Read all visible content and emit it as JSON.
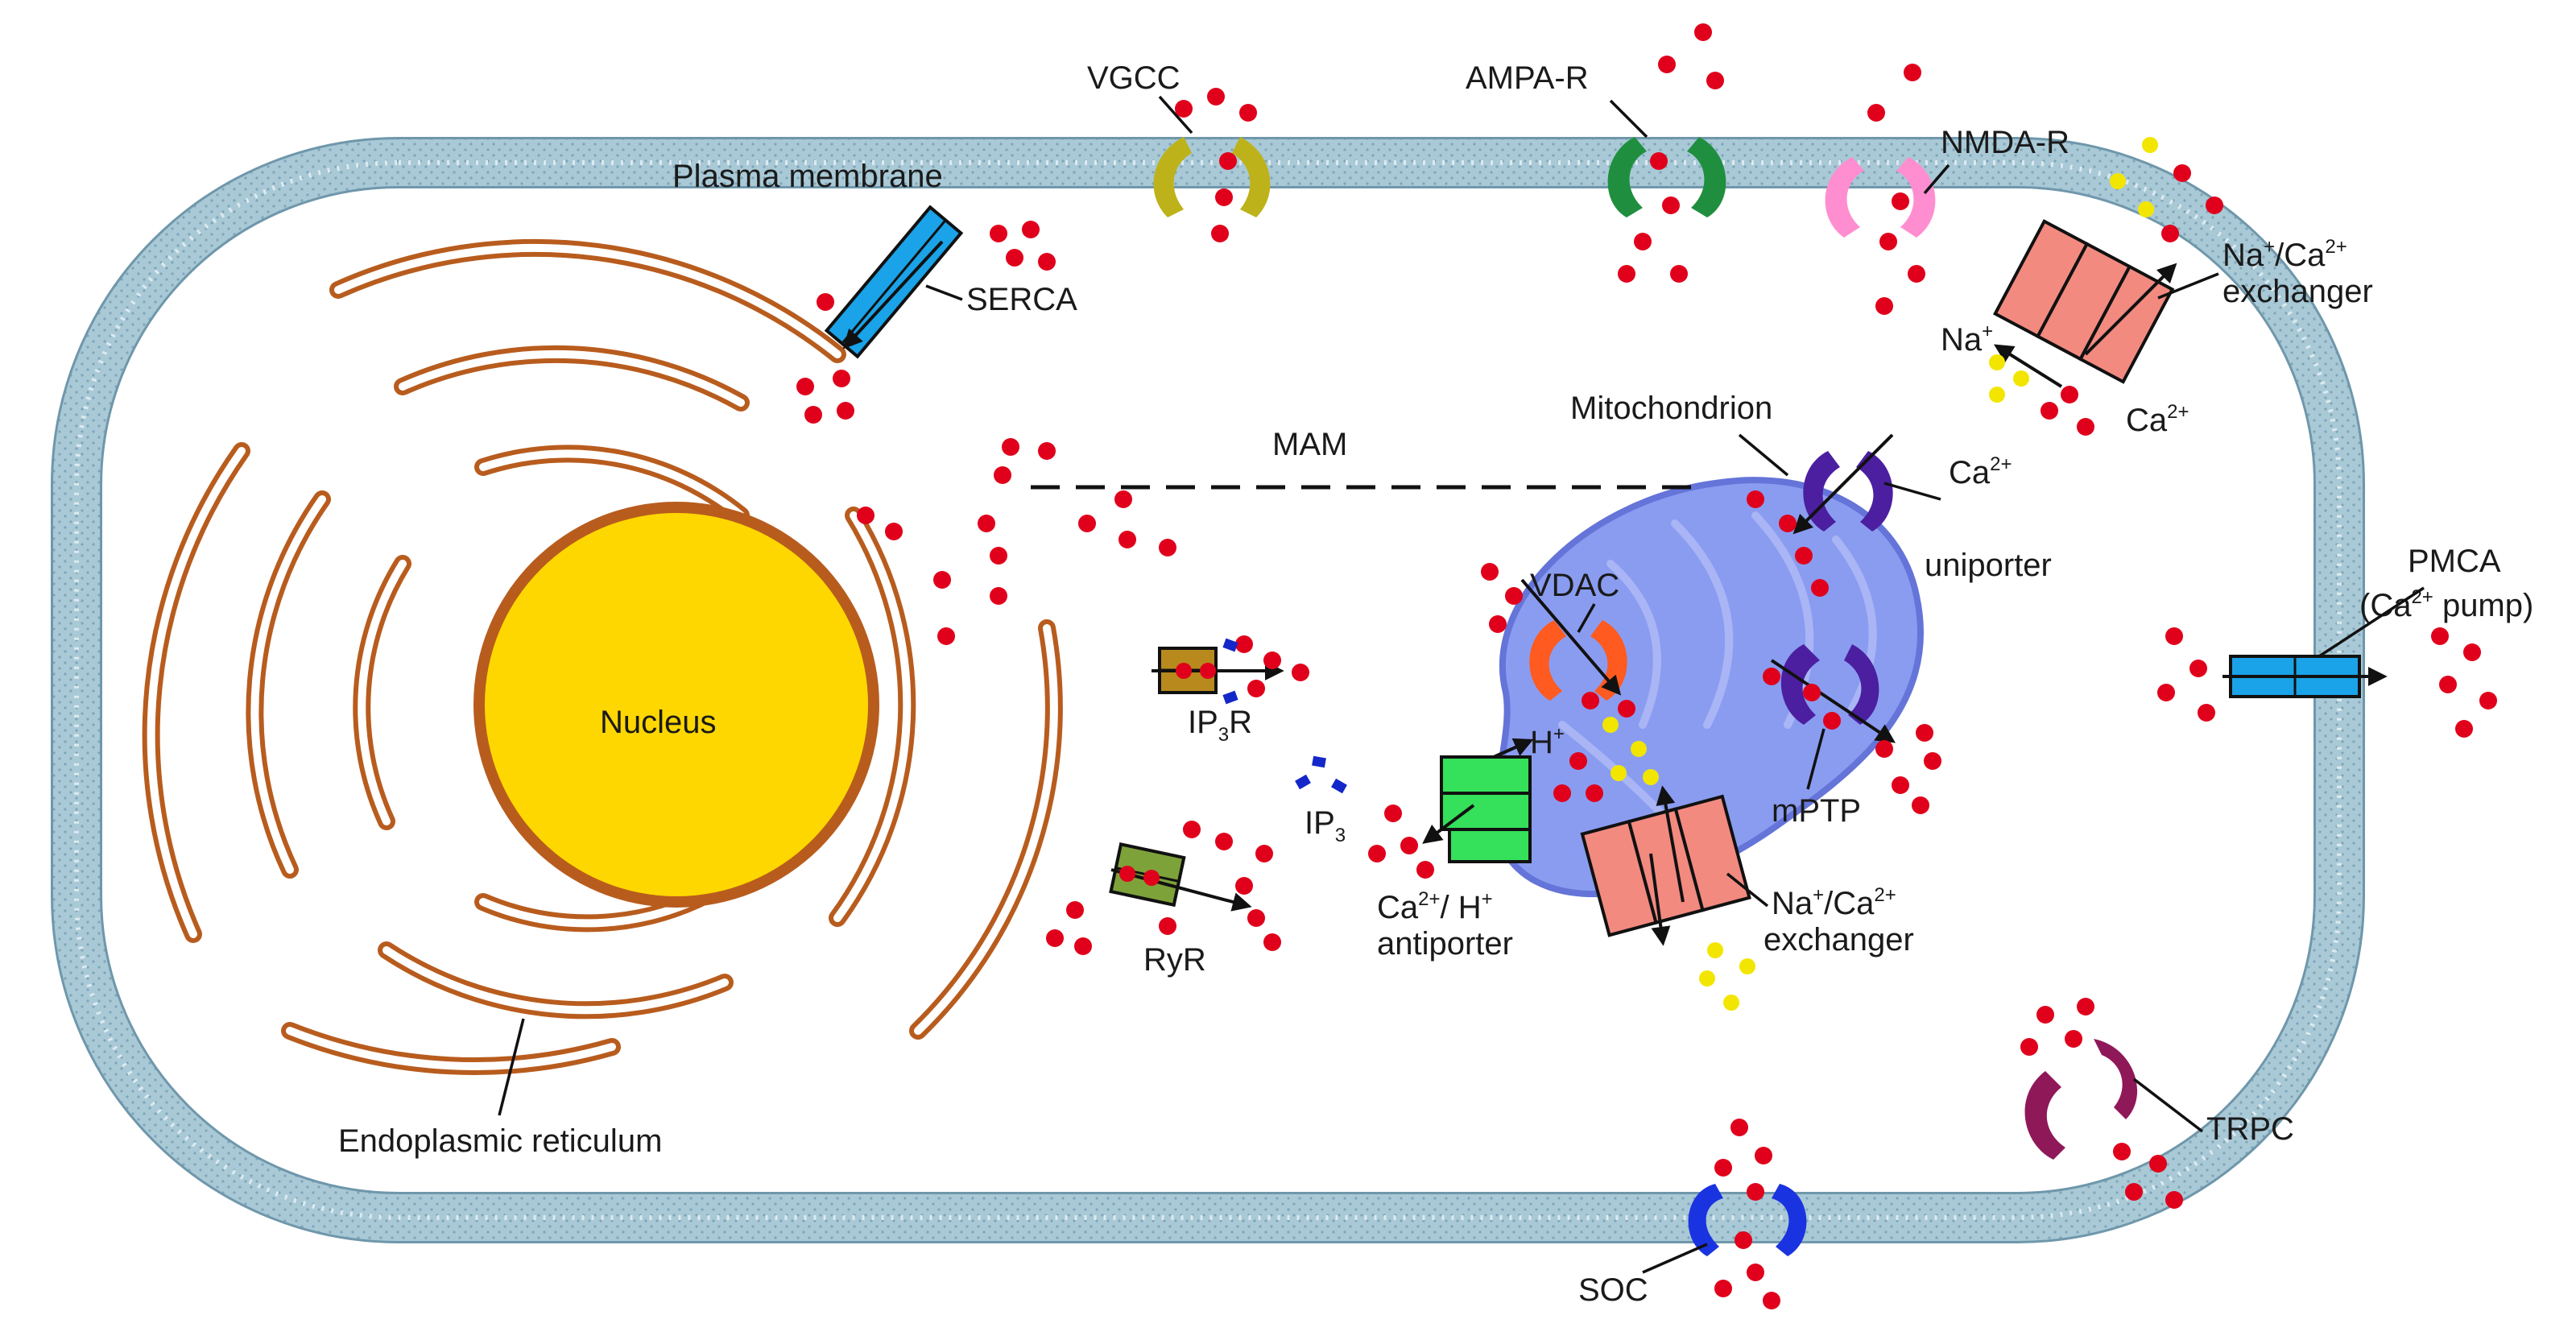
{
  "labels": {
    "plasma_membrane": "Plasma membrane",
    "vgcc": "VGCC",
    "ampa": "AMPA-R",
    "nmda": "NMDA-R",
    "ncx_pm_a": "Na",
    "ncx_pm_b": "/Ca",
    "ncx_pm_sup1": "+",
    "ncx_pm_sup2": "2+",
    "ncx_pm_line2": "exchanger",
    "na_ion": "Na",
    "na_sup": "+",
    "ca_ion": "Ca",
    "ca_sup": "2+",
    "serca": "SERCA",
    "mitochondrion": "Mitochondrion",
    "mam": "MAM",
    "uniporter_ca": "Ca",
    "uniporter_sup": "2+",
    "uniporter_line2": "uniporter",
    "pmca_line1": "PMCA",
    "pmca_line2a": "(Ca",
    "pmca_line2_sup": "2+",
    "pmca_line2b": " pump)",
    "vdac": "VDAC",
    "h_ion": "H",
    "h_sup": "+",
    "nucleus": "Nucleus",
    "ip3r_a": "IP",
    "ip3r_sub": "3",
    "ip3r_b": "R",
    "ip3_a": "IP",
    "ip3_sub": "3",
    "mptp": "mPTP",
    "antiporter_a": "Ca",
    "antiporter_sup1": "2+",
    "antiporter_b": "/ H",
    "antiporter_sup2": "+",
    "antiporter_line2": "antiporter",
    "ncx_mito_a": "Na",
    "ncx_mito_b": "/Ca",
    "ncx_mito_sup1": "+",
    "ncx_mito_sup2": "2+",
    "ncx_mito_line2": "exchanger",
    "ryr": "RyR",
    "er": "Endoplasmic reticulum",
    "trpc": "TRPC",
    "soc": "SOC"
  },
  "colors": {
    "membrane": "#a9c9d6",
    "membrane_dots": "#6f97ab",
    "er": "#b85c1e",
    "nucleus": "#ffd700",
    "nucleus_rim": "#c9a600",
    "mito": "#8a9cf0",
    "mito_rim": "#6474d8",
    "ca_dot": "#e0001b",
    "na_dot": "#f2e600",
    "ip3_dot": "#1427c9",
    "vgcc": "#bdb21a",
    "ampa": "#1f8f3f",
    "nmda": "#ff8ed0",
    "ncx": "#f28a80",
    "serca": "#1aa3e8",
    "pmca": "#1aa3e8",
    "vdac": "#ff5a1f",
    "uniporter": "#4b1fa0",
    "antiporter": "#35e05a",
    "ip3r": "#b88a1e",
    "ryr": "#7ea23a",
    "trpc": "#8f1859",
    "soc": "#1a33e0"
  }
}
